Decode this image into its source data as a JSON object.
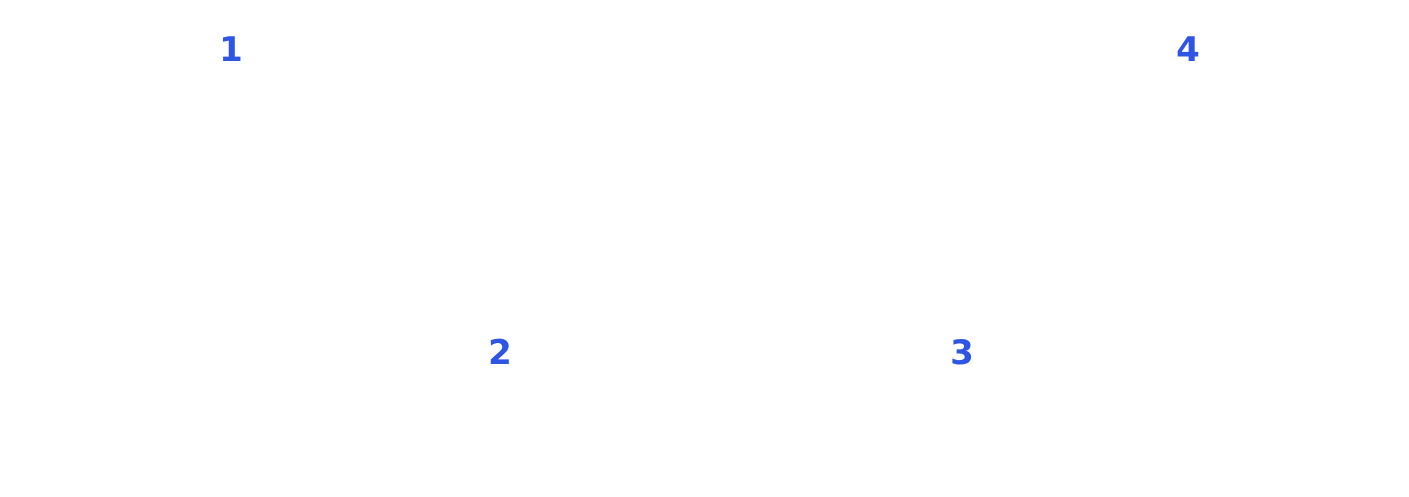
{
  "accent_color": "#2f55e4",
  "steps": [
    {
      "label": "1"
    },
    {
      "label": "2"
    },
    {
      "label": "3"
    },
    {
      "label": "4"
    }
  ]
}
